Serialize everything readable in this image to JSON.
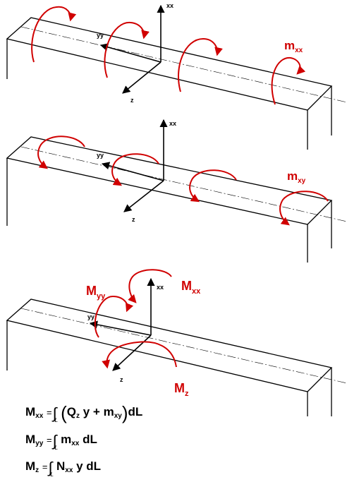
{
  "diagrams": [
    {
      "axis_labels": {
        "vertical": "xx",
        "horizontal": "yy",
        "depth": "z"
      },
      "moment_label": {
        "main": "m",
        "sub": "xx"
      }
    },
    {
      "axis_labels": {
        "vertical": "xx",
        "horizontal": "yy",
        "depth": "z"
      },
      "moment_label": {
        "main": "m",
        "sub": "xy"
      }
    },
    {
      "axis_labels": {
        "vertical": "xx",
        "horizontal": "yy",
        "depth": "z"
      },
      "resultants": [
        {
          "main": "M",
          "sub": "yy"
        },
        {
          "main": "M",
          "sub": "xx"
        },
        {
          "main": "M",
          "sub": "z"
        }
      ]
    }
  ],
  "equations": [
    {
      "lhs": "M",
      "lhs_sub": "xx",
      "eq": "=",
      "integral": "∫",
      "limit": "L",
      "open": "(",
      "t1": "Q",
      "t1_sub": "z",
      "t2": " y + ",
      "t3": "m",
      "t3_sub": "xy",
      "close": ")",
      "tail": "dL"
    },
    {
      "lhs": "M",
      "lhs_sub": "yy",
      "eq": "=",
      "integral": "∫",
      "limit": "L",
      "t1": "m",
      "t1_sub": "xx",
      "tail": " dL"
    },
    {
      "lhs": "M",
      "lhs_sub": "z",
      "eq": "=",
      "integral": "∫",
      "limit": "L",
      "t1": "N",
      "t1_sub": "xx",
      "tail": " y dL"
    }
  ],
  "colors": {
    "moment": "#d00000",
    "structure": "#000000"
  }
}
